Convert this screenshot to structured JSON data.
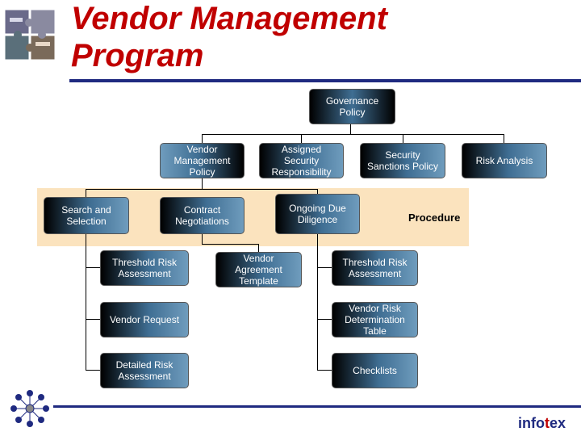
{
  "title": {
    "line1": "Vendor Management",
    "line2": "Program"
  },
  "nodes": {
    "governance_policy": "Governance Policy",
    "vendor_management_policy": "Vendor Management Policy",
    "assigned_security_responsibility": "Assigned Security Responsibility",
    "security_sanctions_policy": "Security Sanctions Policy",
    "risk_analysis": "Risk Analysis",
    "search_and_selection": "Search and Selection",
    "contract_negotiations": "Contract Negotiations",
    "ongoing_due_diligence": "Ongoing Due Diligence",
    "procedure_label": "Procedure",
    "threshold_risk_assessment_left": "Threshold Risk Assessment",
    "vendor_agreement_template": "Vendor Agreement Template",
    "threshold_risk_assessment_right": "Threshold Risk Assessment",
    "vendor_request": "Vendor Request",
    "vendor_risk_determination_table": "Vendor Risk Determination Table",
    "detailed_risk_assessment": "Detailed Risk Assessment",
    "checklists": "Checklists"
  },
  "brand": {
    "part1": "info",
    "part2": "t",
    "part3": "ex"
  },
  "colors": {
    "title": "#c00000",
    "rule": "#1f2a80",
    "band": "#fbe3be",
    "box_dark": "#000000",
    "box_light": "#6f9cbd"
  }
}
